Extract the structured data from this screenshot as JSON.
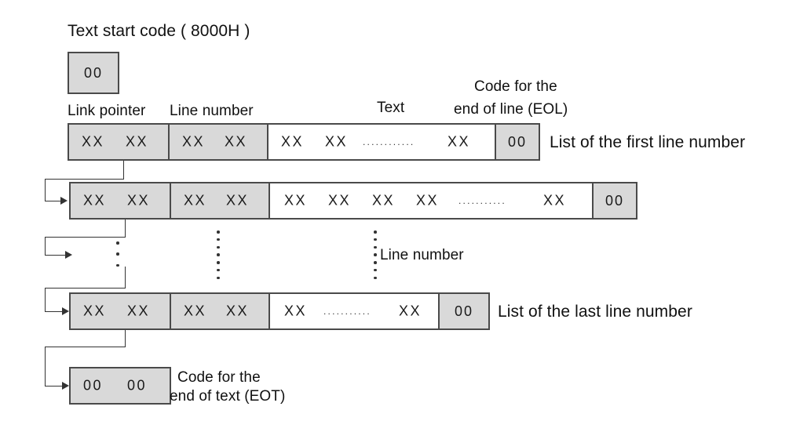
{
  "diagram": {
    "title_label": "Text start code ( 8000H )",
    "labels": {
      "link_pointer": "Link pointer",
      "line_number": "Line number",
      "text": "Text",
      "eol_line1": "Code for the",
      "eol_line2": "end of line (EOL)",
      "eot_line1": "Code for the",
      "eot_line2": "end of text (EOT)",
      "first_line_list": "List of the first line number",
      "last_line_list": "List of the last line number",
      "middle_line_number": "Line number"
    },
    "start_code_box": {
      "value": "00"
    },
    "rows": [
      {
        "name": "first-line-row",
        "link_pointer": [
          "XX",
          "XX"
        ],
        "line_number": [
          "XX",
          "XX"
        ],
        "text": [
          "XX",
          "XX"
        ],
        "text_ellipsis": "............",
        "text_tail": "XX",
        "eol": "00",
        "right_label": "List of the first line number"
      },
      {
        "name": "second-line-row",
        "link_pointer": [
          "XX",
          "XX"
        ],
        "line_number": [
          "XX",
          "XX"
        ],
        "text": [
          "XX",
          "XX",
          "XX",
          "XX"
        ],
        "text_ellipsis": "...........",
        "text_tail": "XX",
        "eol": "00",
        "right_label": ""
      },
      {
        "name": "last-line-row",
        "link_pointer": [
          "XX",
          "XX"
        ],
        "line_number": [
          "XX",
          "XX"
        ],
        "text": [
          "XX"
        ],
        "text_ellipsis": "...........",
        "text_tail": "XX",
        "eol": "00",
        "right_label": "List of the last line number"
      }
    ],
    "eot_box": {
      "values": [
        "00",
        "00"
      ]
    },
    "colors": {
      "fill_gray": "#d9d9d9",
      "fill_white": "#ffffff",
      "border": "#4a4a4a",
      "line": "#333333",
      "text": "#1a1a1a"
    }
  }
}
